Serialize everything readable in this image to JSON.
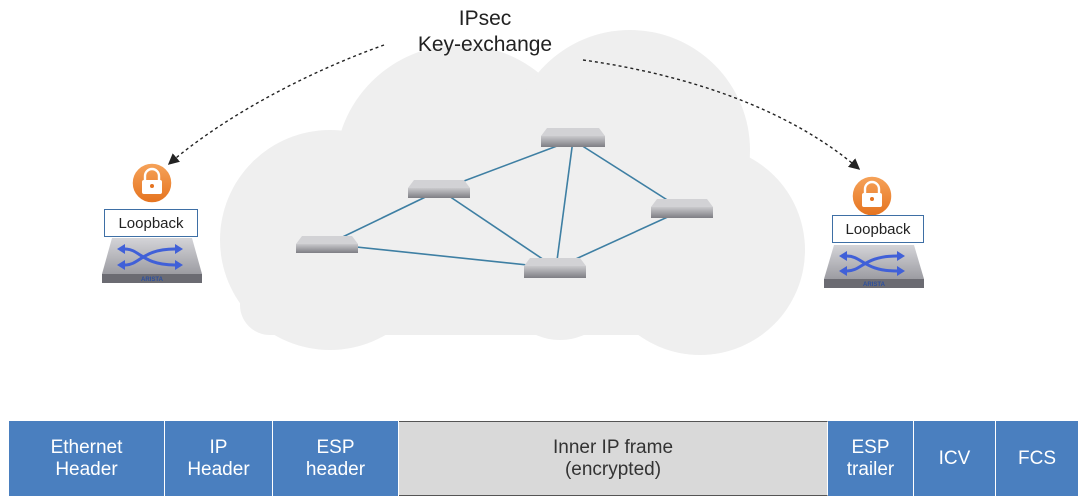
{
  "header": {
    "title_line1": "IPsec",
    "title_line2": "Key-exchange"
  },
  "endpoints": {
    "left": {
      "label": "Loopback",
      "switch_brand": "ARISTA",
      "icon": "lock-icon"
    },
    "right": {
      "label": "Loopback",
      "switch_brand": "ARISTA",
      "icon": "lock-icon"
    }
  },
  "cloud": {
    "routers": [
      "router",
      "router",
      "router",
      "router",
      "router"
    ]
  },
  "frame": {
    "segments": [
      {
        "label": "Ethernet\nHeader",
        "color": "#4a7fbf"
      },
      {
        "label": "IP\nHeader",
        "color": "#4a7fbf"
      },
      {
        "label": "ESP\nheader",
        "color": "#4a7fbf"
      },
      {
        "label": "Inner IP frame\n(encrypted)",
        "color": "#d9d9d9"
      },
      {
        "label": "ESP\ntrailer",
        "color": "#4a7fbf"
      },
      {
        "label": "ICV",
        "color": "#4a7fbf"
      },
      {
        "label": "FCS",
        "color": "#4a7fbf"
      }
    ]
  },
  "colors": {
    "accent": "#4a7fbf",
    "lock": "#f0893a",
    "link": "#3e7fa3"
  }
}
